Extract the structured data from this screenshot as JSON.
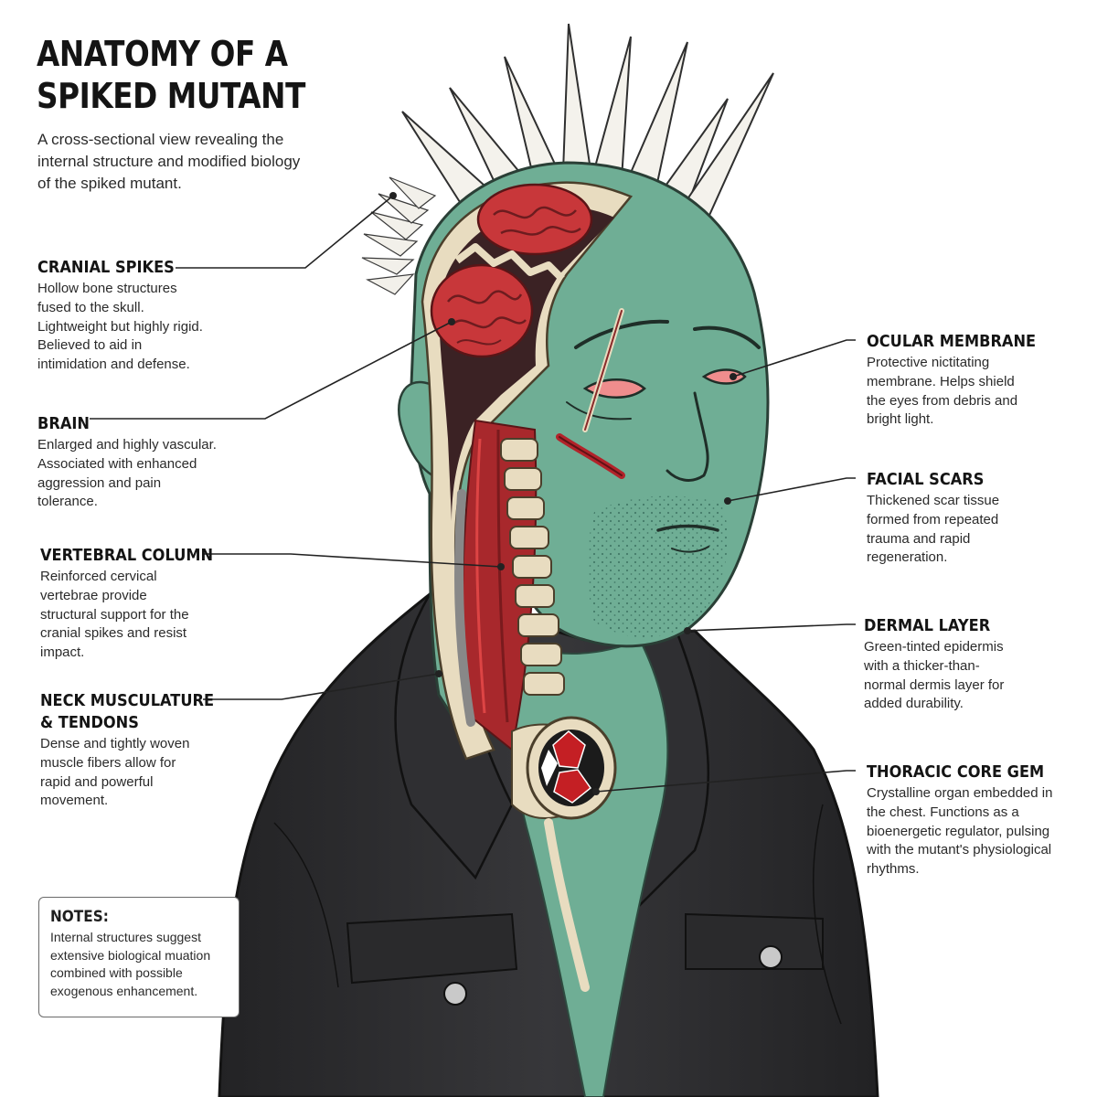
{
  "header": {
    "title": "ANATOMY OF A SPIKED MUTANT",
    "subtitle": "A cross-sectional view revealing the internal structure and modified biology of the spiked mutant."
  },
  "callouts": {
    "cranial_spikes": {
      "title": "CRANIAL SPIKES",
      "text": "Hollow bone structures fused to the skull. Lightweight but highly rigid. Believed to aid in intimidation and defense."
    },
    "brain": {
      "title": "BRAIN",
      "text": "Enlarged and highly vascular. Associated with enhanced aggression and pain tolerance."
    },
    "vertebral_column": {
      "title": "VERTEBRAL COLUMN",
      "text": "Reinforced cervical vertebrae provide structural support for the cranial spikes and resist impact."
    },
    "neck_musculature": {
      "title": "NECK MUSCULATURE\n& TENDONS",
      "text": "Dense and tightly woven muscle fibers allow for rapid and powerful movement."
    },
    "ocular_membrane": {
      "title": "OCULAR MEMBRANE",
      "text": "Protective nictitating membrane. Helps shield the eyes from debris and bright light."
    },
    "facial_scars": {
      "title": "FACIAL SCARS",
      "text": "Thickened scar tissue formed from repeated trauma and rapid regeneration."
    },
    "dermal_layer": {
      "title": "DERMAL LAYER",
      "text": "Green-tinted epidermis with a thicker-than-normal dermis layer for added durability."
    },
    "thoracic_core_gem": {
      "title": "THORACIC CORE GEM",
      "text": "Crystalline organ embedded in the chest. Functions as a bioenergetic regulator, pulsing with the mutant's physiological rhythms."
    }
  },
  "notes": {
    "title": "NOTES:",
    "text": "Internal structures suggest extensive biological muation combined with possible exogenous enhancement."
  },
  "colors": {
    "skin": "#6fae95",
    "skin_shadow": "#5a9681",
    "bone": "#e8dcc0",
    "brain": "#c8373a",
    "muscle": "#a8282c",
    "jacket": "#2b2b2d",
    "gem": "#c41f24",
    "leader_line": "#222222"
  }
}
